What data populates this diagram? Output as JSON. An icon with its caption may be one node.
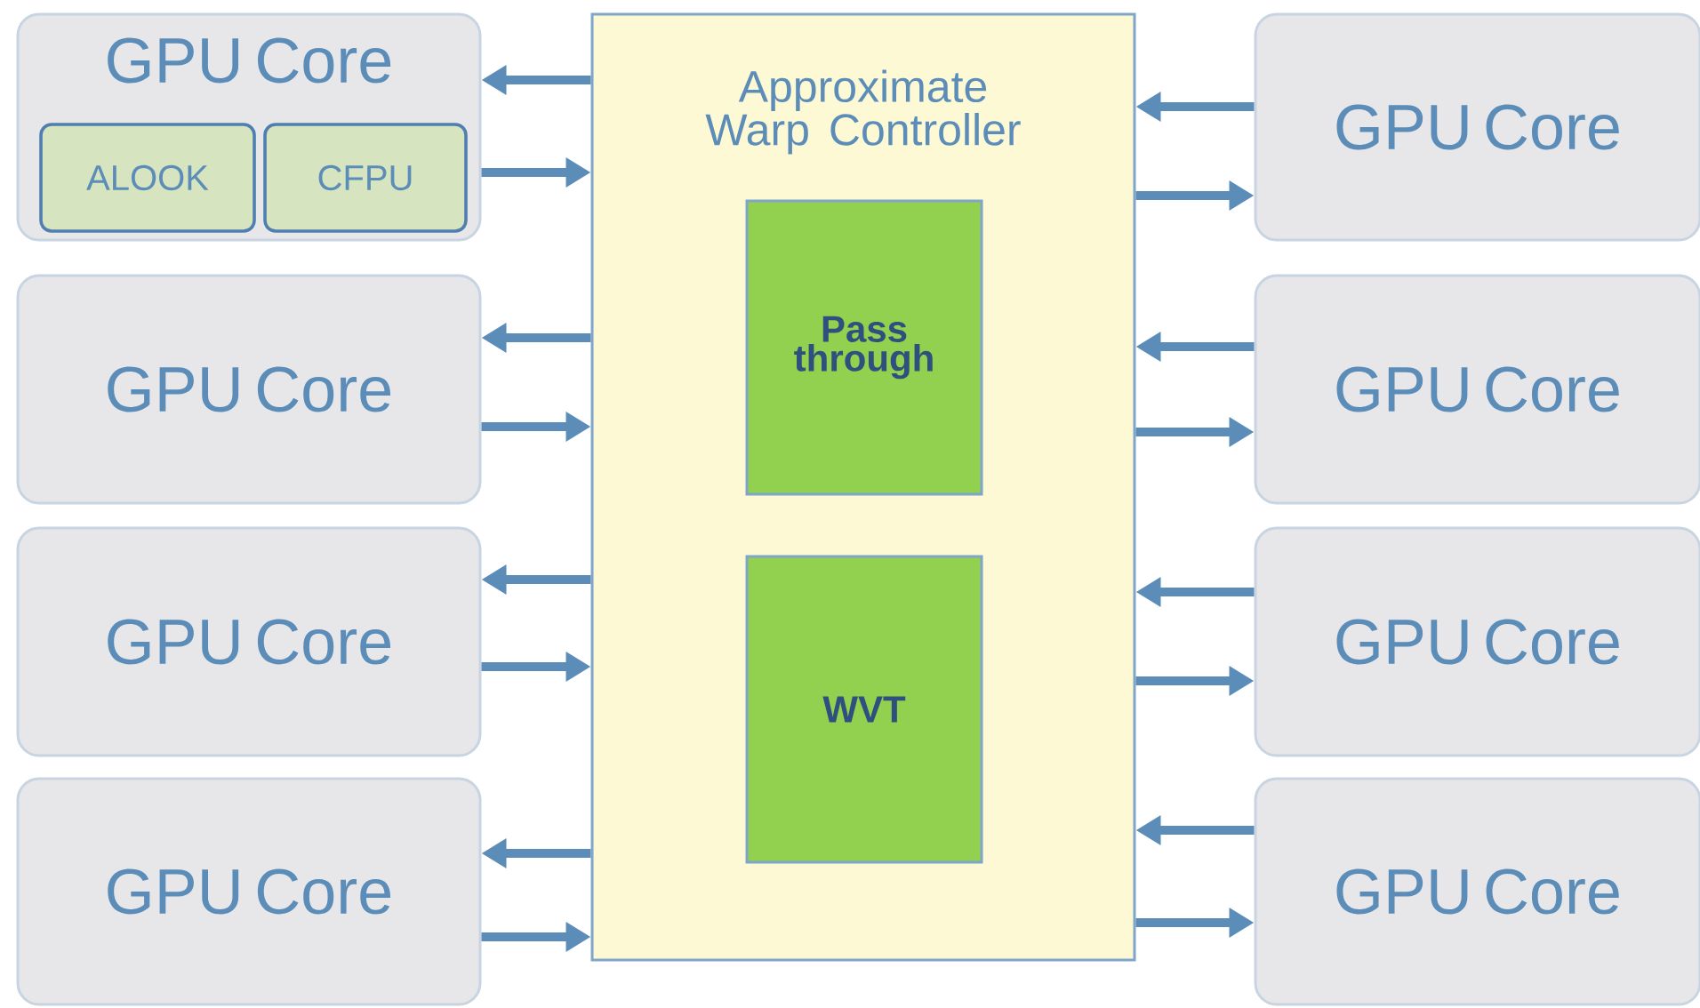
{
  "diagram": {
    "nodes": [
      {
        "text": [
          "GPU Core"
        ]
      },
      {
        "text": [
          "ALOOK"
        ],
        "in": 0
      },
      {
        "text": [
          "CFPU"
        ],
        "in": 0
      },
      {
        "text": [
          "GPU Core"
        ]
      },
      {
        "text": [
          "GPU Core"
        ]
      },
      {
        "text": [
          "GPU Core"
        ]
      },
      {
        "text": [
          "Approximate Warp Controller"
        ]
      },
      {
        "text": [
          "Pass through"
        ],
        "in": 6
      },
      {
        "text": [
          "WVT"
        ],
        "in": 6
      },
      {
        "text": [
          "GPU Core"
        ]
      },
      {
        "text": [
          "GPU Core"
        ]
      },
      {
        "text": [
          "GPU Core"
        ]
      },
      {
        "text": [
          "GPU Core"
        ]
      }
    ],
    "edges": [
      {
        "from": 6,
        "to": 0,
        "arrow": "to"
      },
      {
        "from": 0,
        "to": 6,
        "arrow": "to"
      },
      {
        "from": 6,
        "to": 3,
        "arrow": "to"
      },
      {
        "from": 3,
        "to": 6,
        "arrow": "to"
      },
      {
        "from": 6,
        "to": 4,
        "arrow": "to"
      },
      {
        "from": 4,
        "to": 6,
        "arrow": "to"
      },
      {
        "from": 6,
        "to": 5,
        "arrow": "to"
      },
      {
        "from": 5,
        "to": 6,
        "arrow": "to"
      },
      {
        "from": 9,
        "to": 6,
        "arrow": "to"
      },
      {
        "from": 6,
        "to": 9,
        "arrow": "to"
      },
      {
        "from": 10,
        "to": 6,
        "arrow": "to"
      },
      {
        "from": 6,
        "to": 10,
        "arrow": "to"
      },
      {
        "from": 11,
        "to": 6,
        "arrow": "to"
      },
      {
        "from": 6,
        "to": 11,
        "arrow": "to"
      },
      {
        "from": 12,
        "to": 6,
        "arrow": "to"
      },
      {
        "from": 6,
        "to": 12,
        "arrow": "to"
      }
    ]
  }
}
